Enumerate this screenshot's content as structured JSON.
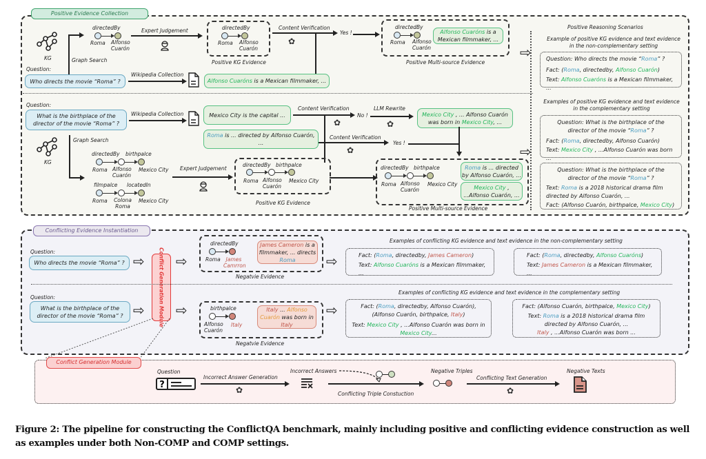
{
  "figure": {
    "caption": "Figure 2: The pipeline for constructing the ConflictQA benchmark, mainly including positive and conflicting evidence construction as well as examples under both Non-COMP and COMP settings."
  },
  "positive_section": {
    "tag": "Positive Evidence Collection",
    "row1": {
      "kg_label": "KG",
      "question_label": "Question:",
      "question": "Who directs the movie  “Roma” ?",
      "graph_search": "Graph Search",
      "triple": {
        "relation": "directedBy",
        "head": "Roma",
        "tail": "Alfonso Cuarón"
      },
      "expert_judgement": "Expert Judgement",
      "kg_evidence_relation": "directedBy",
      "kg_evidence_head": "Roma",
      "kg_evidence_tail": "Alfonso Cuarón",
      "kg_evidence_label": "Positive KG Evidence",
      "content_verification": "Content Verification",
      "yes": "Yes !",
      "wikipedia_collection": "Wikipedia Collection",
      "wiki_text_entity": "Alfonso Cuaróns",
      "wiki_text_rest": " is a Mexican filmmaker, ...",
      "multi_relation": "directedBy",
      "multi_head": "Roma",
      "multi_tail": "Alfonso Cuarón",
      "multi_text_entity": "Alfonso Cuaróns",
      "multi_text_rest": " is a Mexican filmmaker, ...",
      "multi_label": "Positive Multi-source Evidence"
    },
    "row2": {
      "question_label": "Question:",
      "question": "What is the birthplace of the director of the movie  “Roma”  ?",
      "wikipedia_collection": "Wikipedia Collection",
      "wiki_text1": "Mexico City is the capital  ...",
      "wiki_text2_entity": "Roma",
      "wiki_text2_rest": " is ... directed by Alfonso Cuarón, ...",
      "content_verification1": "Content Verification",
      "no": "No !",
      "llm_rewrite": "LLM Rewrite",
      "rewrite_entity1": "Mexico City",
      "rewrite_mid": " , ... Alfonso Cuarón was born in ",
      "rewrite_entity2": "Mexico City",
      "rewrite_end": ", ...",
      "content_verification2": "Content Verification",
      "yes": "Yes !",
      "kg_label": "KG",
      "graph_search": "Graph Search",
      "path1": {
        "rel1": "directedBy",
        "rel2": "birthpalce",
        "n1": "Roma",
        "n2": "Alfonso Cuarón",
        "n3": "Mexico City"
      },
      "path2": {
        "rel1": "filmpalce",
        "rel2": "locatedIn",
        "n1": "Roma",
        "n2": "Colona Roma",
        "n3": "Mexico City"
      },
      "expert_judgement": "Expert Judgement",
      "kg_evidence": {
        "rel1": "directedBy",
        "rel2": "birthpalce",
        "n1": "Roma",
        "n2": "Alfonso Cuarón",
        "n3": "Mexico City"
      },
      "kg_evidence_label": "Positive KG Evidence",
      "multi": {
        "rel1": "directedBy",
        "rel2": "birthpalce",
        "n1": "Roma",
        "n2": "Alfonso Cuarón",
        "n3": "Mexico City"
      },
      "multi_text1_entity": "Roma",
      "multi_text1_rest": " is ...  directed by Alfonso Cuarón, ...",
      "multi_text2_entity": "Mexico City",
      "multi_text2_rest": " , ...Alfonso Cuarón, ...",
      "multi_label": "Positive Multi-source Evidence"
    },
    "scenarios": {
      "title": "Positive Reasoning Scenarios",
      "noncomp_heading": "Example of positive KG evidence and text evidence in the non-complementary setting",
      "noncomp": {
        "q_prefix": "Question: Who directs the movie  “",
        "q_entity": "Roma",
        "q_suffix": "” ?",
        "fact_prefix": "Fact: (",
        "fact_e1": "Roma",
        "fact_mid": ", directedby, ",
        "fact_e2": "Alfonso Cuarón",
        "fact_suffix": ")",
        "text_prefix": "Text: ",
        "text_entity": "Alfonso Cuaróns",
        "text_rest": " is a Mexican filmmaker, ..."
      },
      "comp_heading": "Examples of positive KG evidence and text evidence in the complementary setting",
      "comp1": {
        "q_prefix": "Question: What is the birthplace of the director of the movie  “",
        "q_entity": "Roma",
        "q_suffix": "”  ?",
        "fact_prefix": "Fact: (",
        "fact_e1": "Roma",
        "fact_rest": ", directedby, Alfonso Cuarón)",
        "text_prefix": "Text: ",
        "text_entity": "Mexico City",
        "text_rest": " , ...Alfonso Cuarón was born ..."
      },
      "comp2": {
        "q_prefix": "Question: What is the birthplace of the director of the movie  “",
        "q_entity": "Roma",
        "q_suffix": "”  ?",
        "text_prefix": "Text: ",
        "text_entity": "Roma",
        "text_rest": " is a 2018 historical drama film directed by Alfonso Cuarón, ...",
        "fact_prefix": "Fact: (Alfonso Cuarón, birthpalce, ",
        "fact_entity": "Mexico City",
        "fact_suffix": ")"
      }
    }
  },
  "conflicting_section": {
    "tag": "Conflicting Evidence Instantiation",
    "module_vertical_label": "Conflict Generation Module",
    "row1": {
      "question_label": "Question:",
      "question": "Who directs the movie  “Roma” ?",
      "neg_relation": "directedBy",
      "neg_head": "Roma",
      "neg_tail": "James Camrron",
      "neg_text_entity": "James Cameron",
      "neg_text_mid": " is a filmmaker, ... directs ",
      "neg_text_entity2": "Roma",
      "neg_label": "Negatvie Evidence",
      "heading": "Examples of conflicting KG evidence and text evidence in the non-complementary setting",
      "ex1": {
        "fact_prefix": "Fact: (",
        "fact_e1": "Roma",
        "fact_mid": ", directedby, ",
        "fact_e2": "James Cameron",
        "fact_suffix": ")",
        "text_prefix": "Text: ",
        "text_entity": "Alfonso Cuaróns",
        "text_rest": " is a Mexican filmmaker, ..."
      },
      "ex2": {
        "fact_prefix": "Fact: (",
        "fact_e1": "Roma",
        "fact_mid": ", directedby, ",
        "fact_e2": "Alfonso Cuaróns",
        "fact_suffix": ")",
        "text_prefix": "Text: ",
        "text_entity": "James Cameron",
        "text_rest": " is a Mexican filmmaker, ..."
      }
    },
    "row2": {
      "question_label": "Question:",
      "question": "What is the birthplace of the director of the movie  “Roma”  ?",
      "neg_relation": "birthpalce",
      "neg_head": "Alfonso Cuarón",
      "neg_tail": "Italy",
      "neg_text_e1": "Italy",
      "neg_text_mid1": " ... ",
      "neg_text_e2": "Alfonso Cuarón",
      "neg_text_mid2": " was born in ",
      "neg_text_e3": "Italy",
      "neg_label": "Negatvie Evidence",
      "heading": "Examples of conflicting KG evidence and text evidence in the complementary setting",
      "ex1": {
        "fact_prefix": "Fact: (",
        "fact_e1": "Roma",
        "fact_mid": ", directedby, Alfonso Cuarón),",
        "fact_line2_prefix": "(Alfonso Cuarón, birthpalce, ",
        "fact_e2": "Italy",
        "fact_suffix": ")",
        "text_prefix": "Text: ",
        "text_entity": "Mexico City",
        "text_mid": " , ...Alfonso Cuarón was born in ",
        "text_entity2": "Mexico City",
        "text_end": "..."
      },
      "ex2": {
        "fact_prefix": "Fact: (Alfonso Cuarón, birthpalce, ",
        "fact_entity": "Mexico City",
        "fact_suffix": ")",
        "text_prefix": "Text: ",
        "text_entity": "Roma",
        "text_rest": " is a 2018 historical drama film directed by Alfonso Cuarón, ...",
        "text2_entity": "Italy",
        "text2_rest": " , ...Alfonso Cuarón was born ..."
      }
    }
  },
  "module_section": {
    "tag": "Conflict Generation Module",
    "question_label": "Question",
    "step1": "Incorrect Answer Generation",
    "incorrect_answers": "Incorrect Answers",
    "step2": "Conflicting Triple Constuction",
    "negative_triples": "Negative Triples",
    "step3": "Conflicting Text Generation",
    "negative_texts": "Negative Texts"
  },
  "colors": {
    "entity_blue": "#4a9cc0",
    "entity_green": "#22b45a",
    "entity_red": "#c0554a",
    "entity_orange": "#e39a3a",
    "module_red": "#e23a3a"
  }
}
